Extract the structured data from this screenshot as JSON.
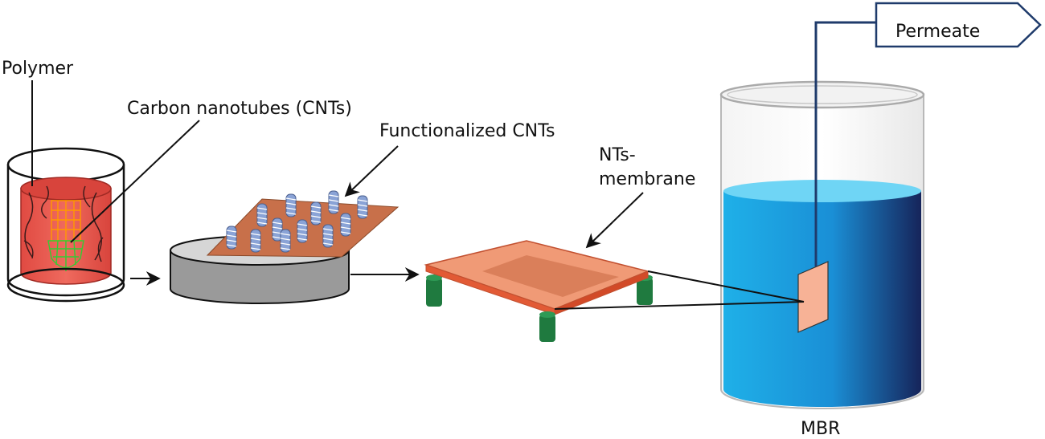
{
  "labels": {
    "polymer": "Polymer",
    "cnts": "Carbon nanotubes (CNTs)",
    "functionalized": "Functionalized CNTs",
    "nts_line1": "NTs-",
    "nts_line2": "membrane",
    "permeate": "Permeate",
    "mbr": "MBR"
  },
  "colors": {
    "polymer_red": "#e8534a",
    "cnt_green": "#33cc33",
    "cnt_orange": "#ff9900",
    "disc_gray": "#9a9a9a",
    "sheet_brown": "#c8704a",
    "tube_blue": "#8aa3d6",
    "membrane_orange": "#e8704a",
    "membrane_light": "#f09a76",
    "leg_green": "#1f7a3f",
    "water_cyan": "#1fb0e8",
    "water_dark": "#1a2a5e",
    "flag_border": "#1f3b6b",
    "panel_pink": "#f7b296"
  }
}
